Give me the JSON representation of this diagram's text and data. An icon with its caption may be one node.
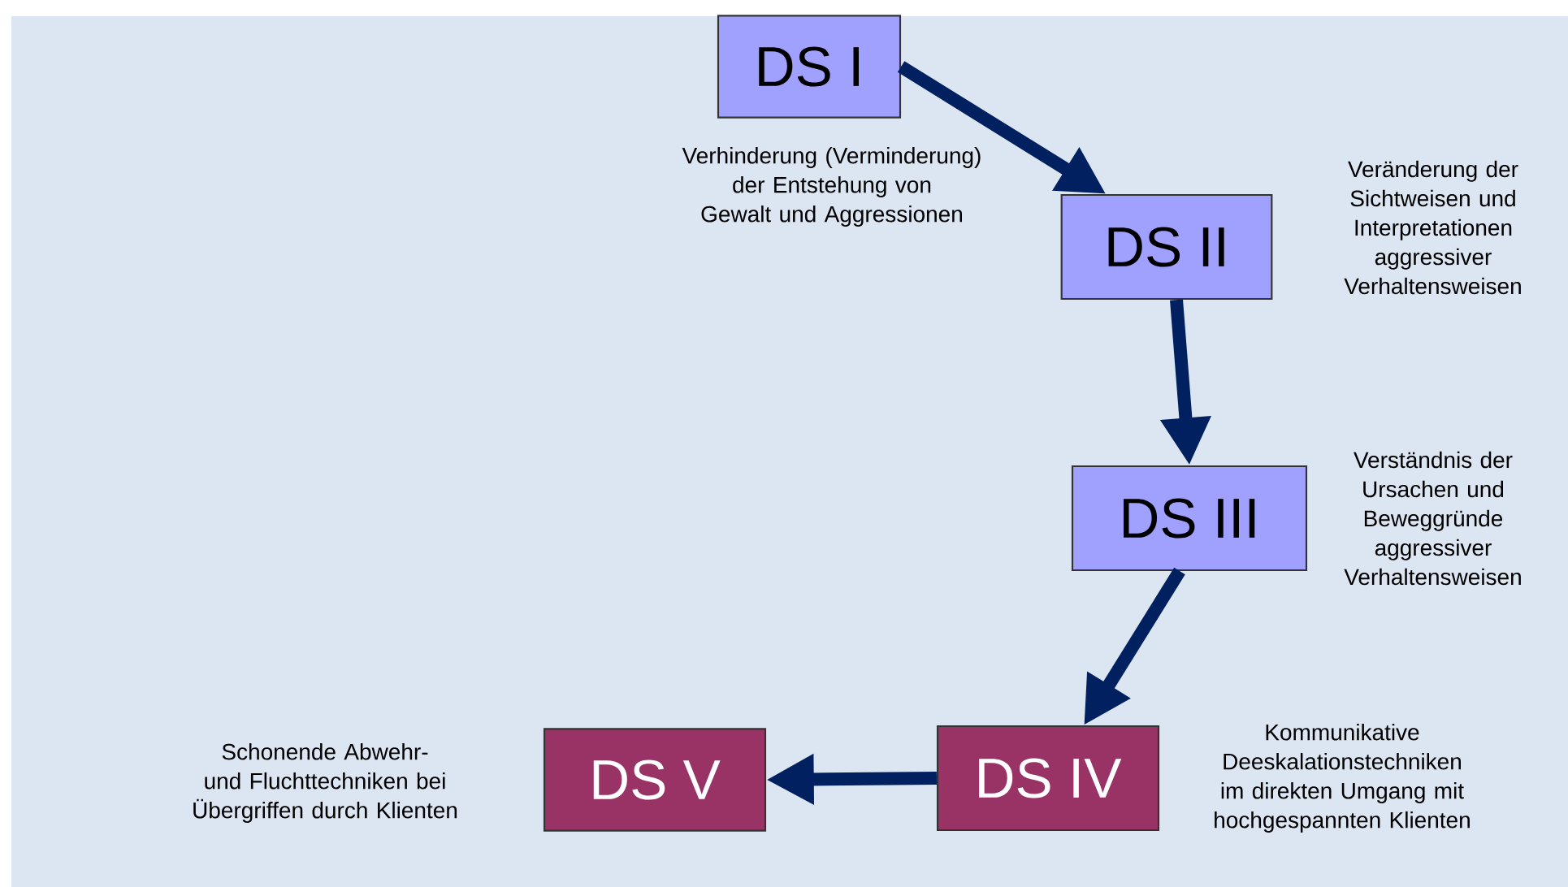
{
  "diagram": {
    "nodes": [
      {
        "text": [
          "DS I"
        ],
        "beside": [
          "Verhinderung (Verminderung) der Entstehung von Gewalt und Aggressionen"
        ]
      },
      {
        "text": [
          "DS II"
        ],
        "beside": [
          "Veränderung der Sichtweisen und Interpretationen aggressiver Verhaltensweisen"
        ]
      },
      {
        "text": [
          "DS III"
        ],
        "beside": [
          "Verständnis der Ursachen und Beweggründe aggressiver Verhaltensweisen"
        ]
      },
      {
        "text": [
          "DS IV"
        ],
        "beside": [
          "Kommunikative Deeskalationstechniken im direkten Umgang mit hochgespannten Klienten"
        ]
      },
      {
        "text": [
          "DS V"
        ],
        "beside": [
          "Schonende Abwehr- und Fluchttechniken bei Übergriffen durch Klienten"
        ]
      }
    ],
    "edges": [
      {
        "from": 0,
        "to": 1,
        "arrow": "to"
      },
      {
        "from": 1,
        "to": 2,
        "arrow": "to"
      },
      {
        "from": 2,
        "to": 3,
        "arrow": "to"
      },
      {
        "from": 3,
        "to": 4,
        "arrow": "to"
      }
    ]
  }
}
